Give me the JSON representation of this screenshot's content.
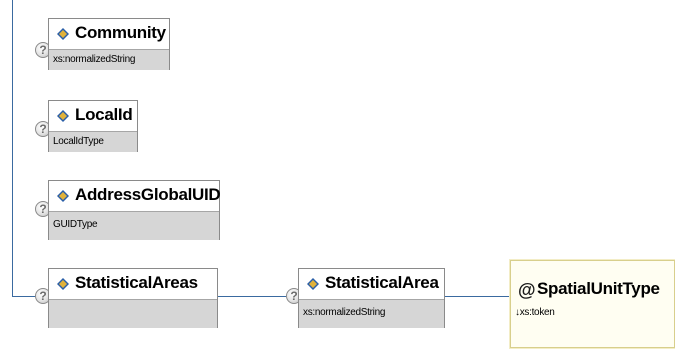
{
  "nodes": {
    "community": {
      "name": "Community",
      "type": "xs:normalizedString"
    },
    "localid": {
      "name": "LocalId",
      "type": "LocalIdType"
    },
    "addressglobaluid": {
      "name": "AddressGlobalUID",
      "type": "GUIDType"
    },
    "statisticalareas": {
      "name": "StatisticalAreas",
      "type": ""
    },
    "statisticalarea": {
      "name": "StatisticalArea",
      "type": "xs:normalizedString"
    },
    "spatialunittype": {
      "name": "SpatialUnitType",
      "type": "↓xs:token"
    }
  },
  "symbols": {
    "optional": "?",
    "attribute": "@"
  },
  "icons": {
    "element": "element-diamond-icon",
    "optional": "question-mark-icon",
    "attribute": "at-sign-icon"
  },
  "colors": {
    "connector": "#3a6aa0",
    "icon_blue": "#2a5ea8",
    "icon_gold": "#e2b23a"
  }
}
